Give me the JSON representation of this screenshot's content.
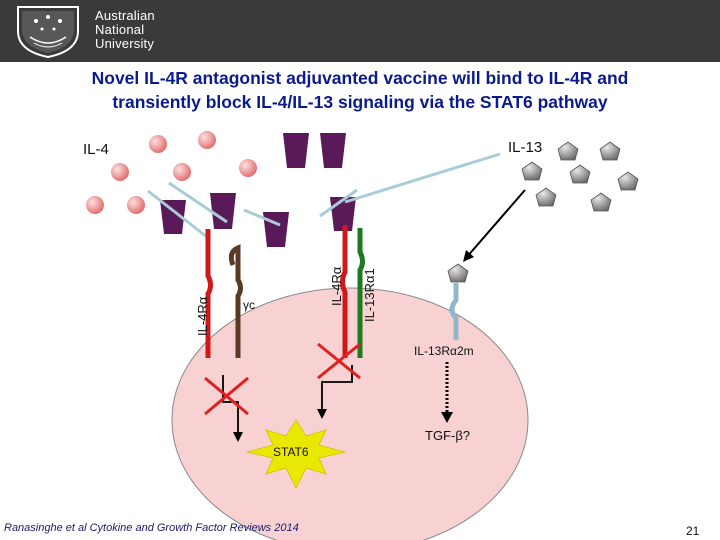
{
  "header": {
    "logo_lines": [
      "Australian",
      "National",
      "University"
    ],
    "background": "#3a3a3a"
  },
  "title": {
    "line1": "Novel IL-4R antagonist adjuvanted vaccine will bind to IL-4R and",
    "line2": "transiently block IL-4/IL-13 signaling via the STAT6 pathway",
    "color": "#0b1a8c"
  },
  "labels": {
    "il4": "IL-4",
    "il13": "IL-13",
    "il4ra_left": "IL-4Rα",
    "gamma_c": "γc",
    "il4ra_right": "IL-4Rα",
    "il13ra1": "IL-13Rα1",
    "il13ra2m": "IL-13Rα2m",
    "tgf_beta": "TGF-β?",
    "stat6": "STAT6"
  },
  "colors": {
    "cell": "#f8d2d2",
    "il4_ligand": "#e97a7a",
    "il13_ligand": "#808080",
    "antagonist": "#5a1a5a",
    "il4ra_chain": "#d01818",
    "gamma_c_chain": "#5a3a25",
    "il13ra1_chain": "#1f7a1f",
    "il13ra2_chain": "#8fb8c8",
    "block_x": "#e02020",
    "stat6_burst": "#e8e800"
  },
  "footer": {
    "reference": "Ranasinghe et al Cytokine and Growth Factor Reviews 2014",
    "page_number": "21"
  }
}
